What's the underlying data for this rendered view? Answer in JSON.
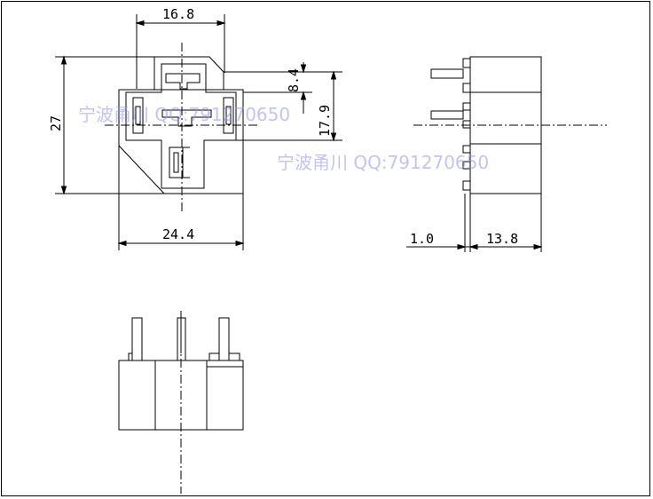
{
  "dimensions": {
    "top_width": "16.8",
    "height": "27",
    "inner_height_small": "8.4",
    "inner_height_large": "17.9",
    "base_width": "24.4",
    "side_offset": "1.0",
    "side_depth": "13.8"
  },
  "watermark": {
    "text1": "宁波甬川 QQ:791270650",
    "text2": "宁波甬川 QQ:791270650"
  }
}
